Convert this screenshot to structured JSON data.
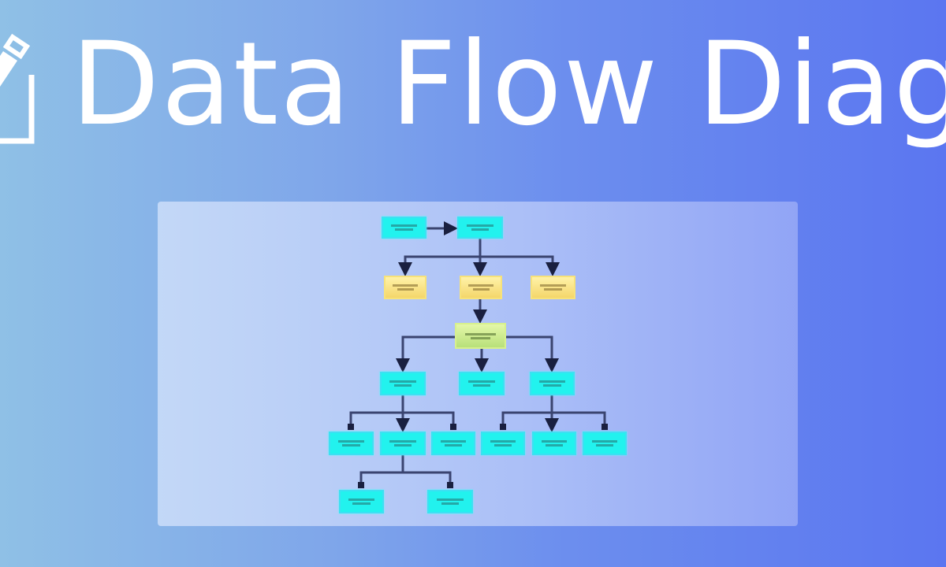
{
  "header": {
    "icon": "edit-icon",
    "title": "Data Flow Diagram"
  },
  "colors": {
    "background_left": "#8fc0e6",
    "background_right": "#5b76f0",
    "title": "#ffffff",
    "process_node": "#22f2ee",
    "decision_node": "#f4d66a",
    "hub_node": "#b8e07a",
    "connector": "#333d66"
  },
  "diagram": {
    "nodes": [
      {
        "id": "n1",
        "label": "",
        "color": "cyan"
      },
      {
        "id": "n2",
        "label": "",
        "color": "cyan"
      },
      {
        "id": "n3",
        "label": "",
        "color": "yellow"
      },
      {
        "id": "n4",
        "label": "",
        "color": "yellow"
      },
      {
        "id": "n5",
        "label": "",
        "color": "yellow"
      },
      {
        "id": "n6",
        "label": "",
        "color": "green"
      },
      {
        "id": "n7",
        "label": "",
        "color": "cyan"
      },
      {
        "id": "n8",
        "label": "",
        "color": "cyan"
      },
      {
        "id": "n9",
        "label": "",
        "color": "cyan"
      },
      {
        "id": "n10",
        "label": "",
        "color": "cyan"
      },
      {
        "id": "n11",
        "label": "",
        "color": "cyan"
      },
      {
        "id": "n12",
        "label": "",
        "color": "cyan"
      },
      {
        "id": "n13",
        "label": "",
        "color": "cyan"
      },
      {
        "id": "n14",
        "label": "",
        "color": "cyan"
      },
      {
        "id": "n15",
        "label": "",
        "color": "cyan"
      },
      {
        "id": "n16",
        "label": "",
        "color": "cyan"
      },
      {
        "id": "n17",
        "label": "",
        "color": "cyan"
      }
    ],
    "edges": [
      [
        "n1",
        "n2"
      ],
      [
        "n2",
        "n3"
      ],
      [
        "n2",
        "n4"
      ],
      [
        "n2",
        "n5"
      ],
      [
        "n4",
        "n6"
      ],
      [
        "n6",
        "n7"
      ],
      [
        "n6",
        "n8"
      ],
      [
        "n6",
        "n9"
      ],
      [
        "n7",
        "n10"
      ],
      [
        "n7",
        "n11"
      ],
      [
        "n7",
        "n12"
      ],
      [
        "n9",
        "n13"
      ],
      [
        "n9",
        "n14"
      ],
      [
        "n9",
        "n15"
      ],
      [
        "n11",
        "n16"
      ],
      [
        "n11",
        "n17"
      ]
    ]
  }
}
